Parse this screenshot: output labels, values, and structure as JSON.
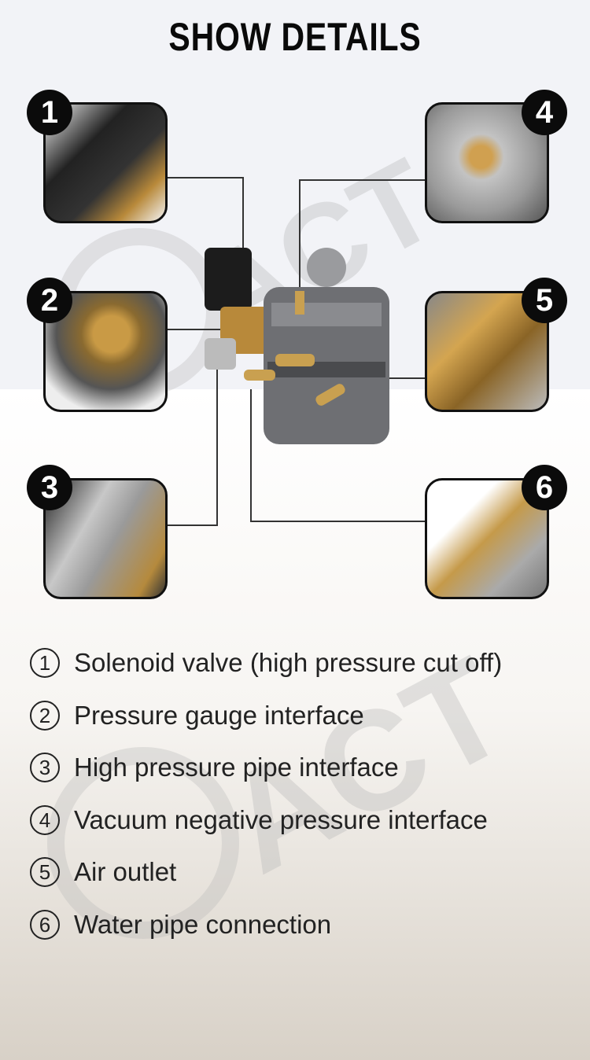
{
  "title": "SHOW DETAILS",
  "watermark": "ACT",
  "callouts": [
    {
      "number": "1"
    },
    {
      "number": "2"
    },
    {
      "number": "3"
    },
    {
      "number": "4"
    },
    {
      "number": "5"
    },
    {
      "number": "6"
    }
  ],
  "list": [
    {
      "num": "1",
      "label": "Solenoid valve (high pressure cut off)"
    },
    {
      "num": "2",
      "label": "Pressure gauge interface"
    },
    {
      "num": "3",
      "label": "High pressure pipe interface"
    },
    {
      "num": "4",
      "label": "Vacuum negative pressure interface"
    },
    {
      "num": "5",
      "label": "Air outlet"
    },
    {
      "num": "6",
      "label": "Water pipe connection"
    }
  ]
}
